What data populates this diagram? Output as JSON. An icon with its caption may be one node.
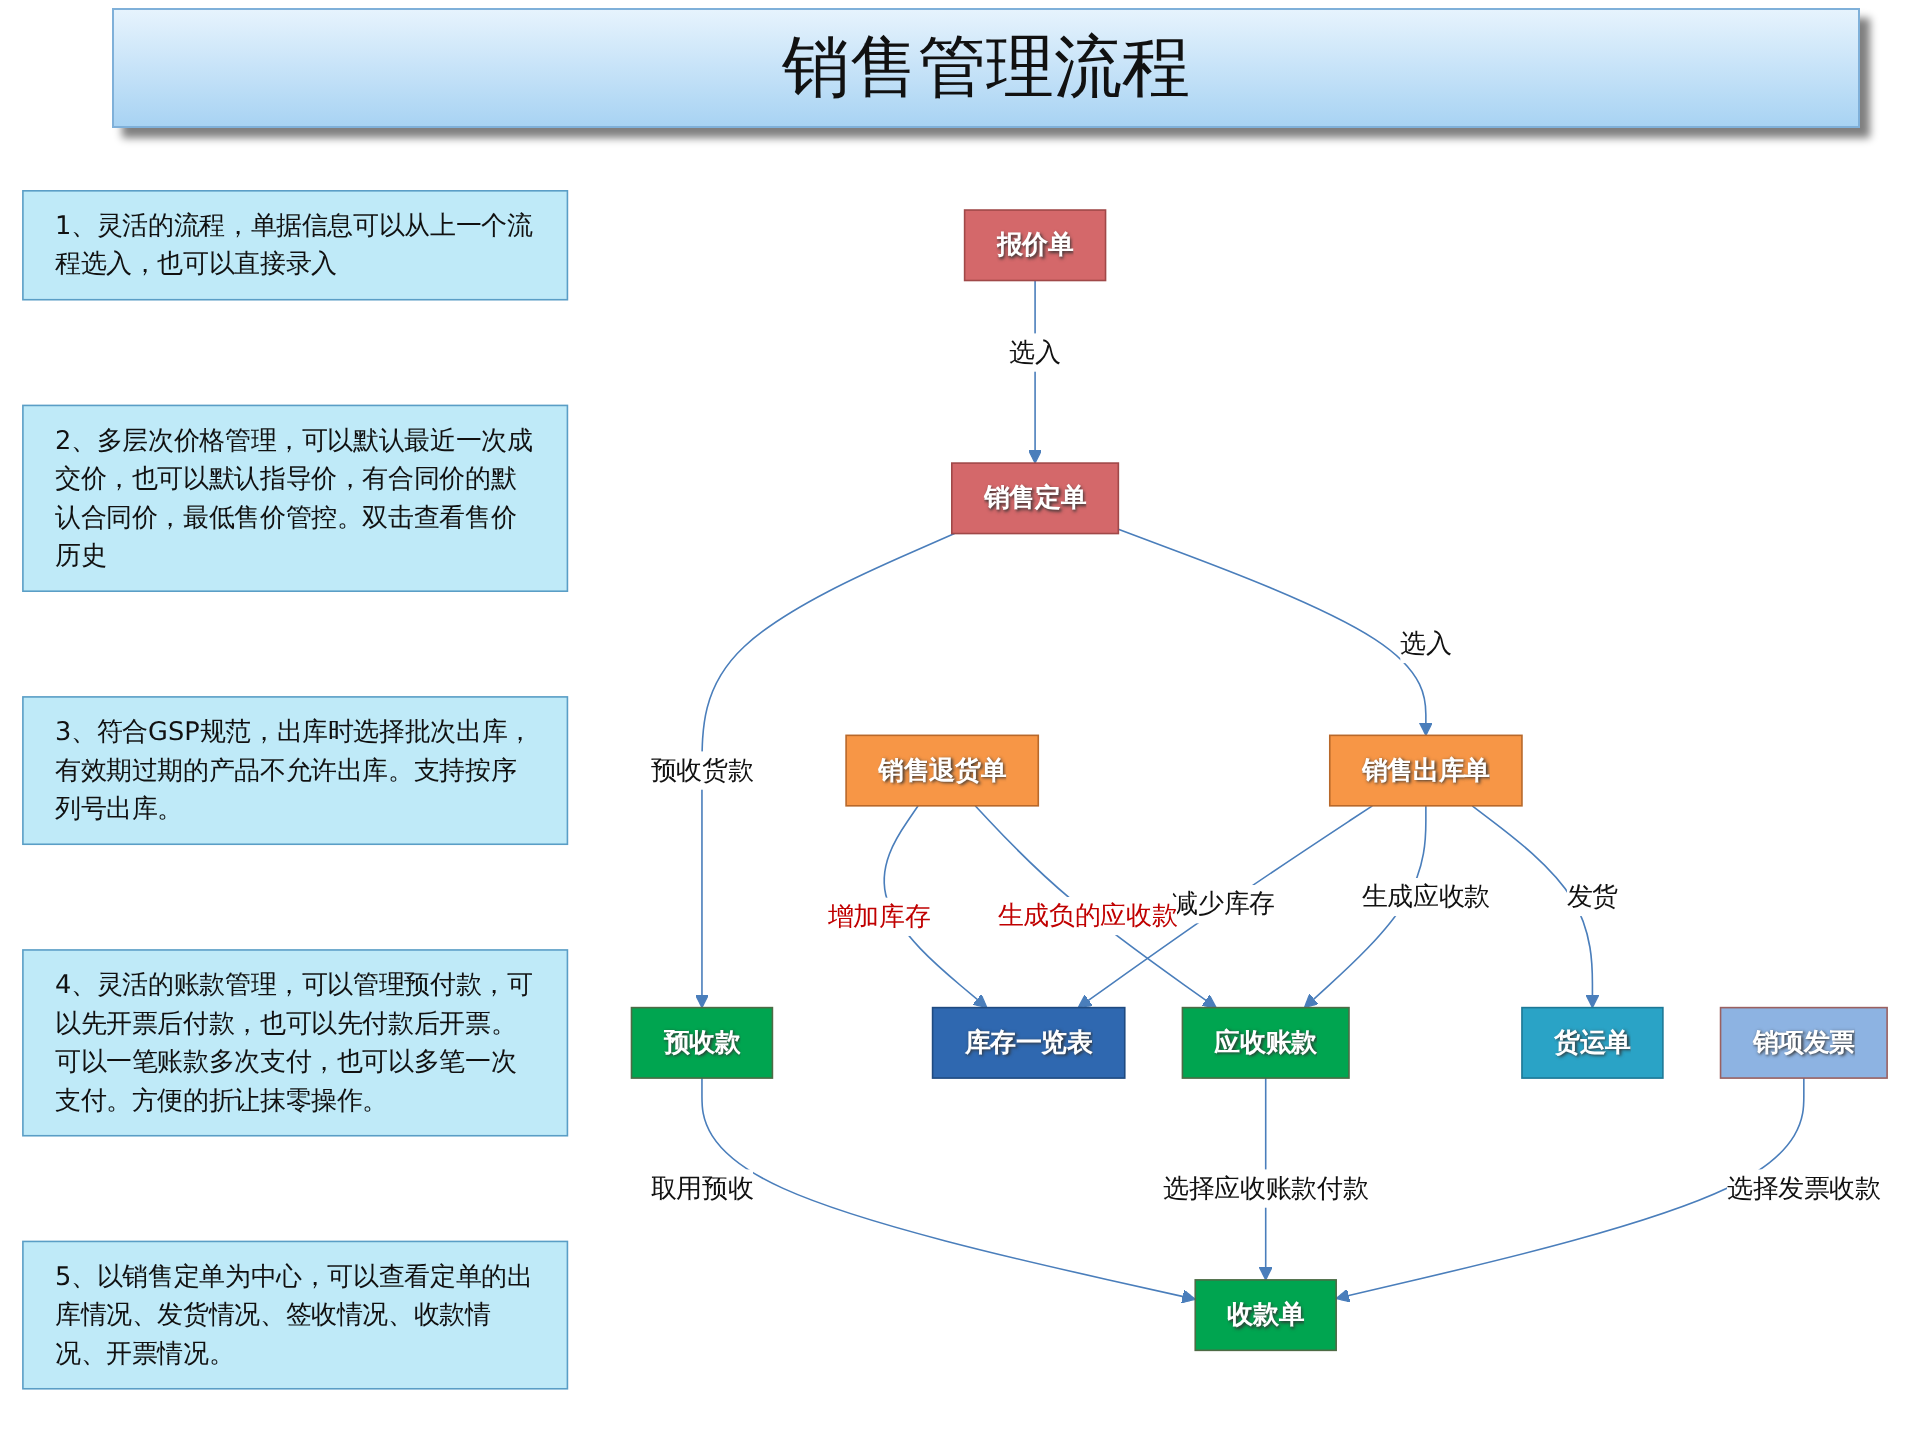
{
  "diagram": {
    "title": "销售管理流程",
    "nodes": [
      {
        "text": [
          "1、灵活的流程，单据信息可以从上一个流程选入，也可以直接录入"
        ]
      },
      {
        "text": [
          "2、多层次价格管理，可以默认最近一次成交价，也可以默认指导价，有合同价的默认合同价，最低售价管控。双击查看售价历史"
        ]
      },
      {
        "text": [
          "3、符合GSP规范，出库时选择批次出库，有效期过期的产品不允许出库。支持按序列号出库。"
        ]
      },
      {
        "text": [
          "4、灵活的账款管理，可以管理预付款，可以先开票后付款，也可以先付款后开票。可以一笔账款多次支付，也可以多笔一次支付。方便的折让抹零操作。"
        ]
      },
      {
        "text": [
          "5、以销售定单为中心，可以查看定单的出库情况、发货情况、签收情况、收款情况、开票情况。"
        ]
      },
      {
        "text": [
          "报价单"
        ]
      },
      {
        "text": [
          "销售定单"
        ]
      },
      {
        "text": [
          "预收款"
        ]
      },
      {
        "text": [
          "库存一览表"
        ]
      },
      {
        "text": [
          "销售出库单"
        ]
      },
      {
        "text": [
          "应收账款"
        ]
      },
      {
        "text": [
          "货运单"
        ]
      },
      {
        "text": [
          "销售退货单"
        ]
      },
      {
        "text": [
          "销项发票"
        ]
      },
      {
        "text": [
          "收款单"
        ]
      }
    ],
    "edges": [
      {
        "from": 5,
        "to": 6,
        "arrow": "to",
        "label": "选入"
      },
      {
        "from": 6,
        "to": 7,
        "arrow": "to",
        "label": "预收货款"
      },
      {
        "from": 6,
        "to": 9,
        "arrow": "to",
        "label": "选入"
      },
      {
        "from": 9,
        "to": 8,
        "arrow": "to",
        "label": "减少库存"
      },
      {
        "from": 9,
        "to": 10,
        "arrow": "to",
        "label": "生成应收款"
      },
      {
        "from": 9,
        "to": 11,
        "arrow": "to",
        "label": "发货"
      },
      {
        "from": 12,
        "to": 8,
        "arrow": "to",
        "label": "增加库存"
      },
      {
        "from": 12,
        "to": 10,
        "arrow": "to",
        "label": "生成负的应收款"
      },
      {
        "from": 10,
        "to": 14,
        "arrow": "to",
        "label": "选择应收账款付款"
      },
      {
        "from": 7,
        "to": 14,
        "arrow": "to",
        "label": "取用预收"
      },
      {
        "from": 13,
        "to": 14,
        "arrow": "to",
        "label": "选择发票收款"
      }
    ]
  }
}
